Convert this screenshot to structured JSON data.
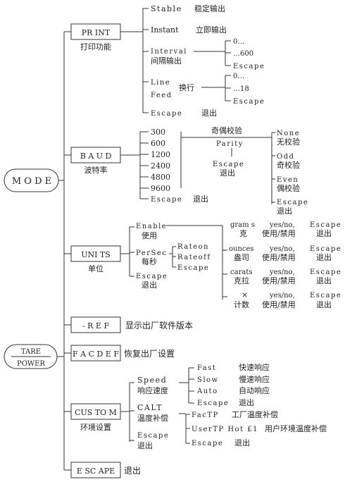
{
  "mode": {
    "label": "M O D E"
  },
  "tare_power": {
    "line1": "TARE",
    "line2": "POWER"
  },
  "print": {
    "code": "PR  INT",
    "desc": "打印功能",
    "stable": {
      "en": "Stable",
      "zh": "稳定输出"
    },
    "instant": {
      "en": "Instant",
      "zh": "立即输出"
    },
    "interval": {
      "en": "Interval",
      "zh": "间隔输出",
      "options": [
        "0…",
        "…600",
        "Escape"
      ]
    },
    "linefeed": {
      "en1": "Line",
      "en2": "Feed",
      "zh": "换行",
      "options": [
        "0…",
        "…18",
        "Escape"
      ]
    },
    "escape": {
      "en": "Escape",
      "zh": "退出"
    }
  },
  "baud": {
    "code": "B A U D",
    "desc": "波特率",
    "rates": [
      "300",
      "600",
      "1200",
      "2400",
      "4800",
      "9600"
    ],
    "escape": {
      "en": "Escape",
      "zh": "退出"
    },
    "parity_zh": "奇偶校验",
    "parity_en": "Parity",
    "parity_escape": {
      "en": "Escape",
      "zh": "退出"
    },
    "none": {
      "en": "None",
      "zh": "无校验"
    },
    "odd": {
      "en": "Odd",
      "zh": "奇校验"
    },
    "even": {
      "en": "Even",
      "zh": "偶校验"
    },
    "right_escape": {
      "en": "Escape",
      "zh": "退出"
    }
  },
  "units": {
    "code": "UNI TS",
    "desc": "单位",
    "enable": {
      "en": "Enable",
      "zh": "使用"
    },
    "persec": {
      "en": "PerSec",
      "zh": "每秒",
      "options": [
        "Rateon",
        "Rateoff",
        "Escape"
      ]
    },
    "escape": {
      "en": "Escape",
      "zh": "退出"
    },
    "list": [
      {
        "en": "gram s",
        "zh": "克",
        "yn": "yes/no,",
        "yn_zh": "使用/禁用",
        "esc": "Escape",
        "esc_zh": "退出"
      },
      {
        "en": "ounces",
        "zh": "盎司",
        "yn": "yes/no,",
        "yn_zh": "使用/禁用",
        "esc": "Escape",
        "esc_zh": "退出"
      },
      {
        "en": "carats",
        "zh": "克拉",
        "yn": "yes/no,",
        "yn_zh": "使用/禁用",
        "esc": "Escape",
        "esc_zh": "退出"
      },
      {
        "en": "×",
        "zh": "计数",
        "yn": "yes/no,",
        "yn_zh": "使用/禁用",
        "esc": "Escape",
        "esc_zh": "退出"
      }
    ]
  },
  "ref": {
    "code": "- R E F",
    "desc": "显示出厂软件版本"
  },
  "facdef": {
    "code": "F A C D E F",
    "desc": "恢复出厂设置"
  },
  "custom": {
    "code": "CUS TO M",
    "desc": "环境设置",
    "speed": {
      "en": "Speed",
      "zh": "响应速度",
      "items": [
        {
          "en": "Fast",
          "zh": "快速响应"
        },
        {
          "en": "Slow",
          "zh": "慢速响应"
        },
        {
          "en": "Auto",
          "zh": "自动响应"
        },
        {
          "en": "Escape",
          "zh": "退出"
        }
      ]
    },
    "calt": {
      "en": "CALT",
      "zh": "温度补偿",
      "items": [
        {
          "en": "FacTP",
          "zh": "工厂温度补偿"
        },
        {
          "en": "UserTP Hot £1",
          "zh": "用户环境温度补偿"
        },
        {
          "en": "Escape",
          "zh": "退出"
        }
      ]
    },
    "escape": {
      "en": "Escape",
      "zh": "退出"
    }
  },
  "escape_main": {
    "code": "E SC APE",
    "desc": "退出"
  }
}
